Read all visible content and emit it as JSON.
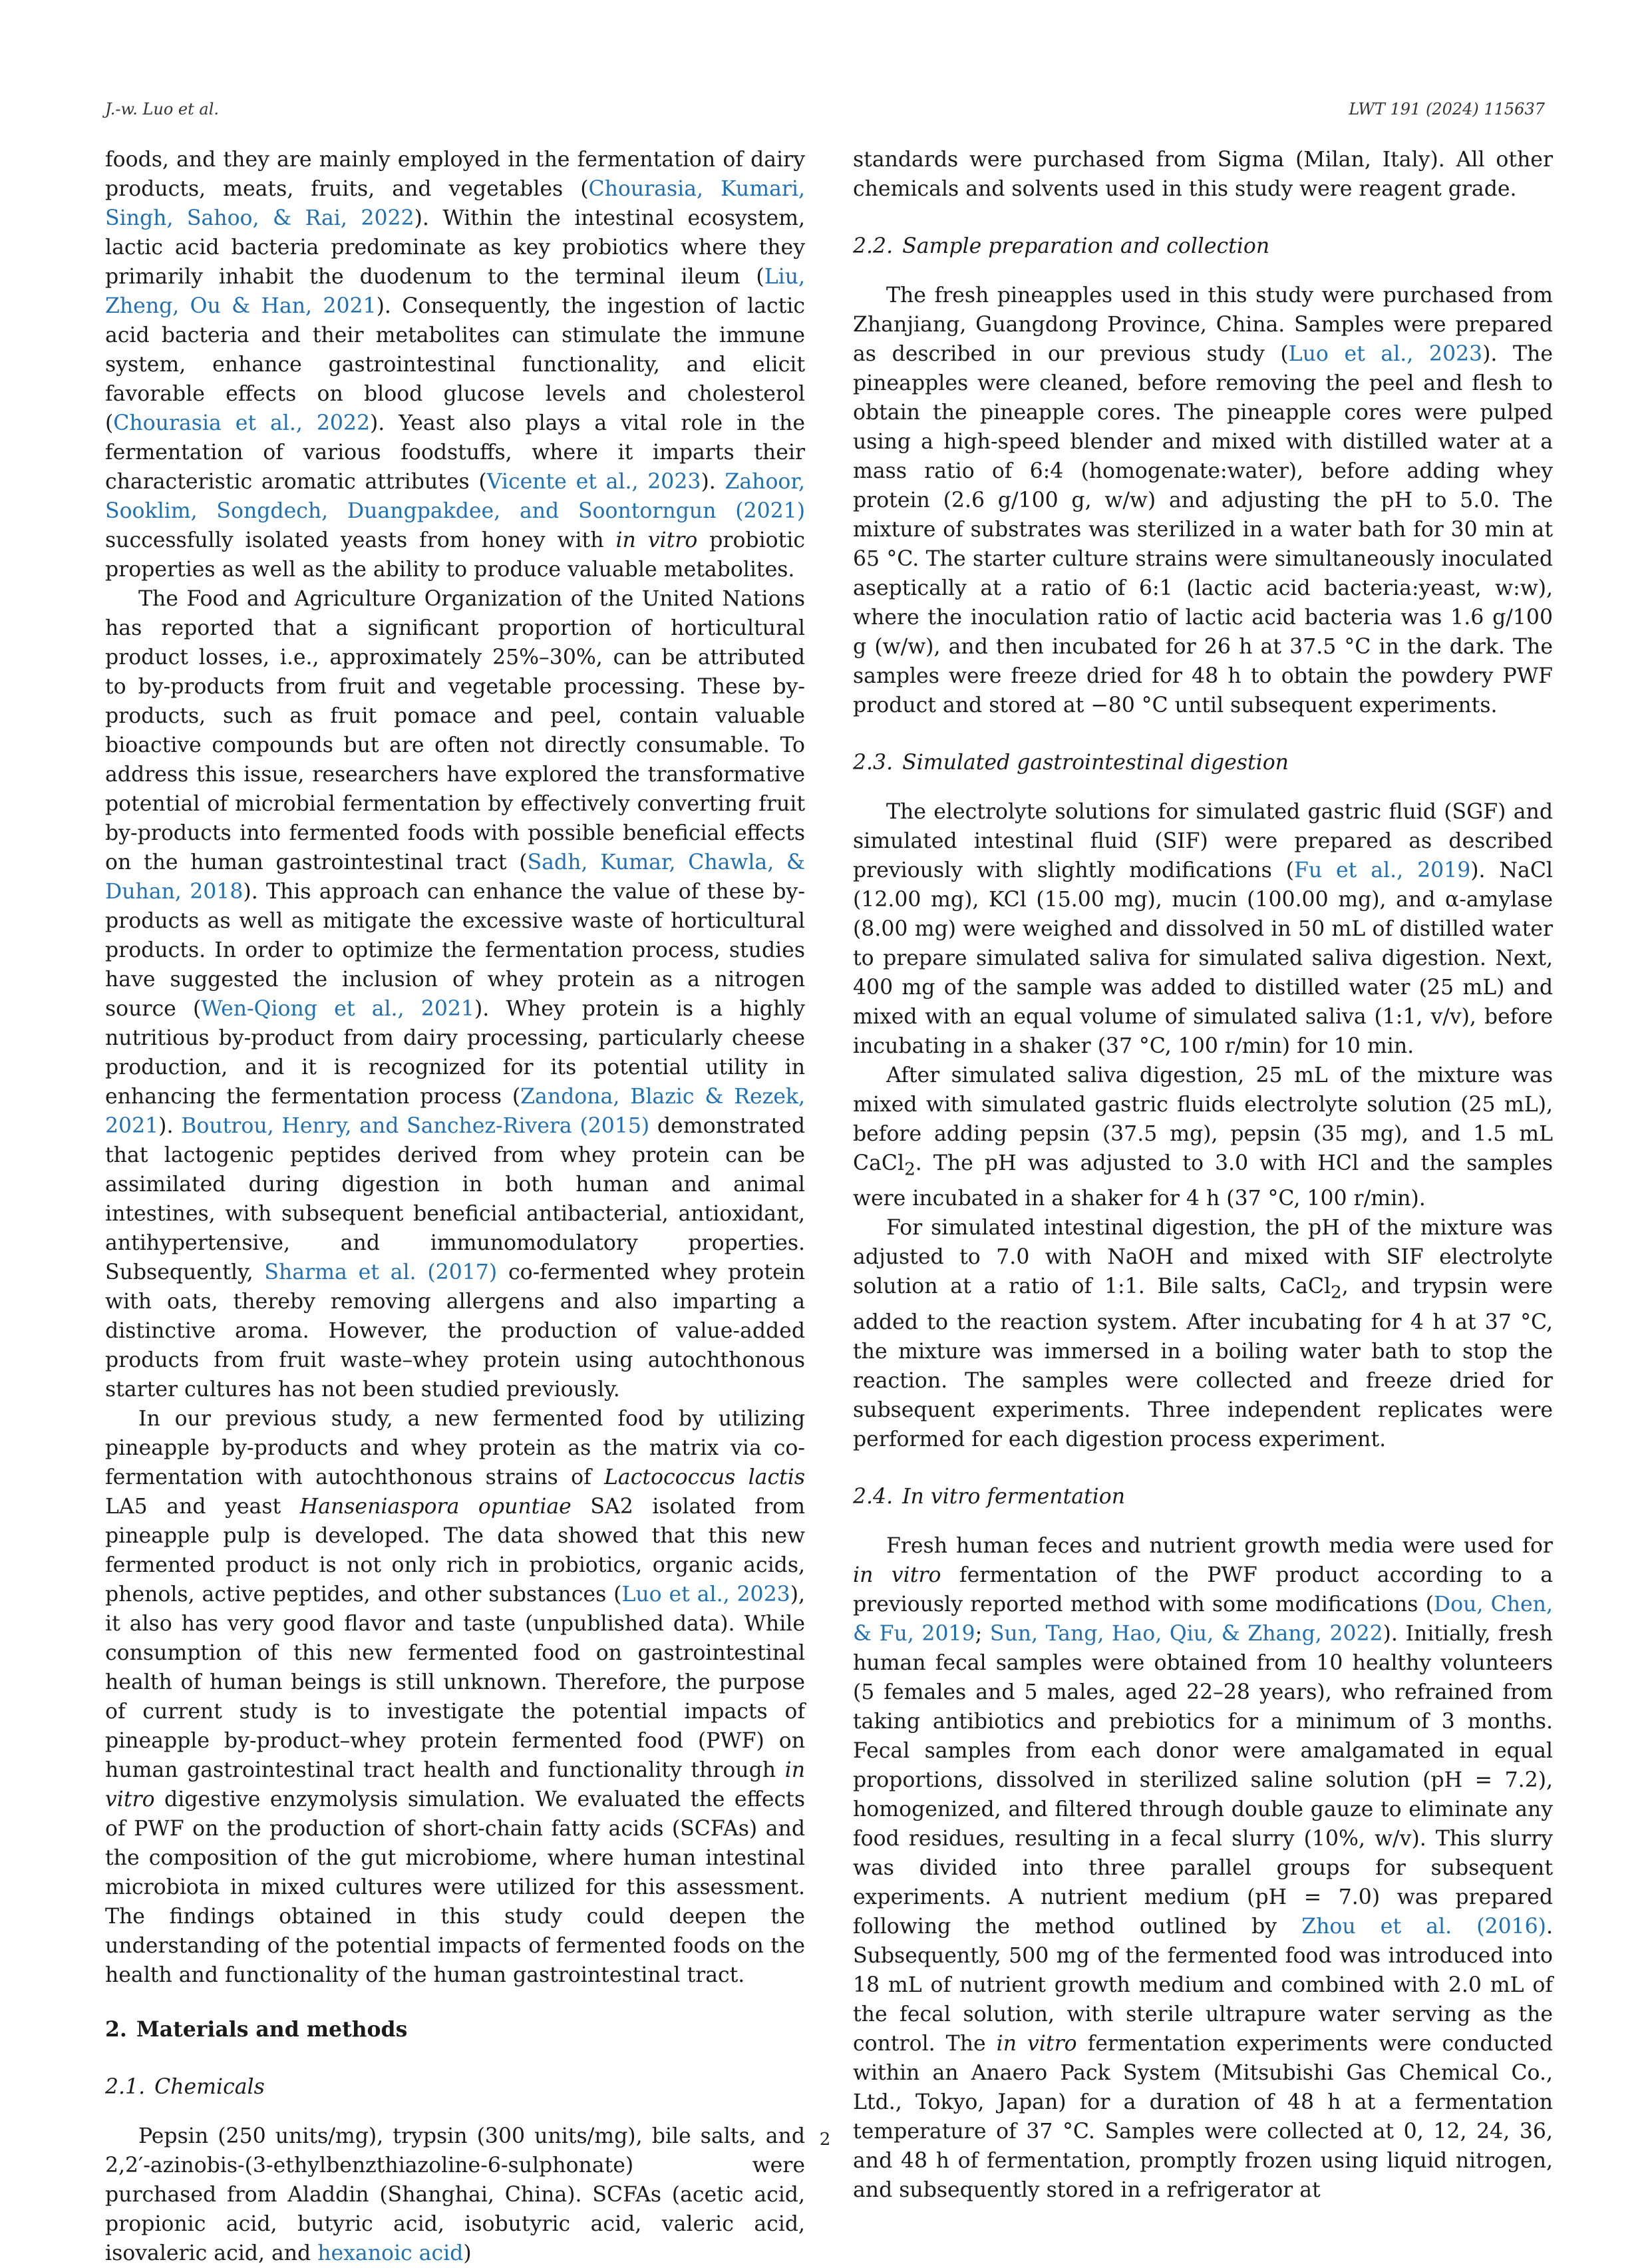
{
  "header": {
    "left": "J.-w. Luo et al.",
    "right": "LWT 191 (2024) 115637"
  },
  "page_number": "2",
  "left_column": {
    "p1": [
      {
        "t": "foods, and they are mainly employed in the fermentation of dairy products, meats, fruits, and vegetables ("
      },
      {
        "r": "Chourasia, Kumari, Singh, Sahoo, & Rai, 2022"
      },
      {
        "t": "). Within the intestinal ecosystem, lactic acid bacteria predominate as key probiotics where they primarily inhabit the duodenum to the terminal ileum ("
      },
      {
        "r": "Liu, Zheng, Ou & Han, 2021"
      },
      {
        "t": "). Consequently, the ingestion of lactic acid bacteria and their metabolites can stimulate the immune system, enhance gastrointestinal functionality, and elicit favorable effects on blood glucose levels and cholesterol ("
      },
      {
        "r": "Chourasia et al., 2022"
      },
      {
        "t": "). Yeast also plays a vital role in the fermentation of various foodstuffs, where it imparts their characteristic aromatic attributes ("
      },
      {
        "r": "Vicente et al., 2023"
      },
      {
        "t": "). "
      },
      {
        "r": "Zahoor, Sooklim, Songdech, Duangpakdee, and Soontorngun (2021)"
      },
      {
        "t": " successfully isolated yeasts from honey with "
      },
      {
        "i": "in vitro"
      },
      {
        "t": " probiotic properties as well as the ability to produce valuable metabolites."
      }
    ],
    "p2": [
      {
        "t": "The Food and Agriculture Organization of the United Nations has reported that a significant proportion of horticultural product losses, i.e., approximately 25%–30%, can be attributed to by-products from fruit and vegetable processing. These by-products, such as fruit pomace and peel, contain valuable bioactive compounds but are often not directly consumable. To address this issue, researchers have explored the transformative potential of microbial fermentation by effectively converting fruit by-products into fermented foods with possible beneficial effects on the human gastrointestinal tract ("
      },
      {
        "r": "Sadh, Kumar, Chawla, & Duhan, 2018"
      },
      {
        "t": "). This approach can enhance the value of these by-products as well as mitigate the excessive waste of horticultural products. In order to optimize the fermentation process, studies have suggested the inclusion of whey protein as a nitrogen source ("
      },
      {
        "r": "Wen-Qiong et al., 2021"
      },
      {
        "t": "). Whey protein is a highly nutritious by-product from dairy processing, particularly cheese production, and it is recognized for its potential utility in enhancing the fermentation process ("
      },
      {
        "r": "Zandona, Blazic & Rezek, 2021"
      },
      {
        "t": "). "
      },
      {
        "r": "Boutrou, Henry, and Sanchez-Rivera (2015)"
      },
      {
        "t": " demonstrated that lactogenic peptides derived from whey protein can be assimilated during digestion in both human and animal intestines, with subsequent beneficial antibacterial, antioxidant, antihypertensive, and immunomodulatory properties. Subsequently, "
      },
      {
        "r": "Sharma et al. (2017)"
      },
      {
        "t": " co-fermented whey protein with oats, thereby removing allergens and also imparting a distinctive aroma. However, the production of value-added products from fruit waste–whey protein using autochthonous starter cultures has not been studied previously."
      }
    ],
    "p3": [
      {
        "t": "In our previous study, a new fermented food by utilizing pineapple by-products and whey protein as the matrix via co-fermentation with autochthonous strains of "
      },
      {
        "i": "Lactococcus lactis"
      },
      {
        "t": " LA5 and yeast "
      },
      {
        "i": "Hanseniaspora opuntiae"
      },
      {
        "t": " SA2 isolated from pineapple pulp is developed. The data showed that this new fermented product is not only rich in probiotics, organic acids, phenols, active peptides, and other substances ("
      },
      {
        "r": "Luo et al., 2023"
      },
      {
        "t": "), it also has very good flavor and taste (unpublished data). While consumption of this new fermented food on gastrointestinal health of human beings is still unknown. Therefore, the purpose of current study is to investigate the potential impacts of pineapple by-product–whey protein fermented food (PWF) on human gastrointestinal tract health and functionality through "
      },
      {
        "i": "in vitro"
      },
      {
        "t": " digestive enzymolysis simulation. We evaluated the effects of PWF on the production of short-chain fatty acids (SCFAs) and the composition of the gut microbiome, where human intestinal microbiota in mixed cultures were utilized for this assessment. The findings obtained in this study could deepen the understanding of the potential impacts of fermented foods on the health and functionality of the human gastrointestinal tract."
      }
    ],
    "h2_num": "2.",
    "h2_title": "Materials and methods",
    "h3_1_num": "2.1.",
    "h3_1_title": "Chemicals",
    "p4": [
      {
        "t": "Pepsin (250 units/mg), trypsin (300 units/mg), bile salts, and 2,2′-azinobis-(3-ethylbenzthiazoline-6-sulphonate) were purchased from Aladdin (Shanghai, China). SCFAs (acetic acid, propionic acid, butyric acid, isobutyric acid, valeric acid, isovaleric acid, and "
      },
      {
        "r": "hexanoic acid"
      },
      {
        "t": ")"
      }
    ]
  },
  "right_column": {
    "p1": [
      {
        "t": "standards were purchased from Sigma (Milan, Italy). All other chemicals and solvents used in this study were reagent grade."
      }
    ],
    "h3_2_num": "2.2.",
    "h3_2_title": "Sample preparation and collection",
    "p2": [
      {
        "t": "The fresh pineapples used in this study were purchased from Zhanjiang, Guangdong Province, China. Samples were prepared as described in our previous study ("
      },
      {
        "r": "Luo et al., 2023"
      },
      {
        "t": "). The pineapples were cleaned, before removing the peel and flesh to obtain the pineapple cores. The pineapple cores were pulped using a high-speed blender and mixed with distilled water at a mass ratio of 6:4 (homogenate:water), before adding whey protein (2.6 g/100 g, w/w) and adjusting the pH to 5.0. The mixture of substrates was sterilized in a water bath for 30 min at 65 °C. The starter culture strains were simultaneously inoculated aseptically at a ratio of 6:1 (lactic acid bacteria:yeast, w:w), where the inoculation ratio of lactic acid bacteria was 1.6 g/100 g (w/w), and then incubated for 26 h at 37.5 °C in the dark. The samples were freeze dried for 48 h to obtain the powdery PWF product and stored at −80 °C until subsequent experiments."
      }
    ],
    "h3_3_num": "2.3.",
    "h3_3_title": "Simulated gastrointestinal digestion",
    "p3": [
      {
        "t": "The electrolyte solutions for simulated gastric fluid (SGF) and simulated intestinal fluid (SIF) were prepared as described previously with slightly modifications ("
      },
      {
        "r": "Fu et al., 2019"
      },
      {
        "t": "). NaCl (12.00 mg), KCl (15.00 mg), mucin (100.00 mg), and α-amylase (8.00 mg) were weighed and dissolved in 50 mL of distilled water to prepare simulated saliva for simulated saliva digestion. Next, 400 mg of the sample was added to distilled water (25 mL) and mixed with an equal volume of simulated saliva (1:1, v/v), before incubating in a shaker (37 °C, 100 r/min) for 10 min."
      }
    ],
    "p4": [
      {
        "t": "After simulated saliva digestion, 25 mL of the mixture was mixed with simulated gastric fluids electrolyte solution (25 mL), before adding pepsin (37.5 mg), pepsin (35 mg), and 1.5 mL CaCl"
      },
      {
        "s": "2"
      },
      {
        "t": ". The pH was adjusted to 3.0 with HCl and the samples were incubated in a shaker for 4 h (37 °C, 100 r/min)."
      }
    ],
    "p5": [
      {
        "t": "For simulated intestinal digestion, the pH of the mixture was adjusted to 7.0 with NaOH and mixed with SIF electrolyte solution at a ratio of 1:1. Bile salts, CaCl"
      },
      {
        "s": "2"
      },
      {
        "t": ", and trypsin were added to the reaction system. After incubating for 4 h at 37 °C, the mixture was immersed in a boiling water bath to stop the reaction. The samples were collected and freeze dried for subsequent experiments. Three independent replicates were performed for each digestion process experiment."
      }
    ],
    "h3_4_num": "2.4.",
    "h3_4_title": "In vitro fermentation",
    "p6": [
      {
        "t": "Fresh human feces and nutrient growth media were used for "
      },
      {
        "i": "in vitro"
      },
      {
        "t": " fermentation of the PWF product according to a previously reported method with some modifications ("
      },
      {
        "r": "Dou, Chen, & Fu, 2019"
      },
      {
        "t": "; "
      },
      {
        "r": "Sun, Tang, Hao, Qiu, & Zhang, 2022"
      },
      {
        "t": "). Initially, fresh human fecal samples were obtained from 10 healthy volunteers (5 females and 5 males, aged 22–28 years), who refrained from taking antibiotics and prebiotics for a minimum of 3 months. Fecal samples from each donor were amalgamated in equal proportions, dissolved in sterilized saline solution (pH = 7.2), homogenized, and filtered through double gauze to eliminate any food residues, resulting in a fecal slurry (10%, w/v). This slurry was divided into three parallel groups for subsequent experiments. A nutrient medium (pH = 7.0) was prepared following the method outlined by "
      },
      {
        "r": "Zhou et al. (2016)"
      },
      {
        "t": ". Subsequently, 500 mg of the fermented food was introduced into 18 mL of nutrient growth medium and combined with 2.0 mL of the fecal solution, with sterile ultrapure water serving as the control. The "
      },
      {
        "i": "in vitro"
      },
      {
        "t": " fermentation experiments were conducted within an Anaero Pack System (Mitsubishi Gas Chemical Co., Ltd., Tokyo, Japan) for a duration of 48 h at a fermentation temperature of 37 °C. Samples were collected at 0, 12, 24, 36, and 48 h of fermentation, promptly frozen using liquid nitrogen, and subsequently stored in a refrigerator at"
      }
    ]
  }
}
